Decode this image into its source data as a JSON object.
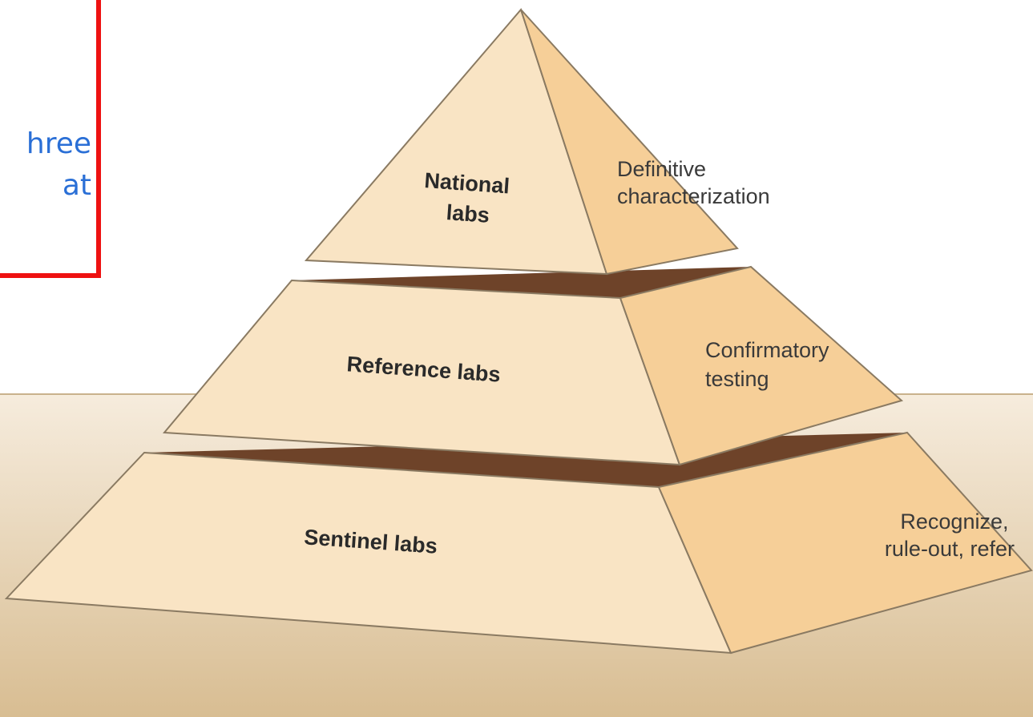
{
  "tiers": [
    {
      "name": "National labs",
      "name_lines": [
        "National",
        "labs"
      ],
      "role_lines": [
        "Definitive",
        "characterization"
      ]
    },
    {
      "name": "Reference labs",
      "name_lines": [
        "Reference labs"
      ],
      "role_lines": [
        "Confirmatory",
        "testing"
      ]
    },
    {
      "name": "Sentinel labs",
      "name_lines": [
        "Sentinel labs"
      ],
      "role_lines": [
        "Recognize,",
        "rule-out, refer"
      ]
    }
  ],
  "note": {
    "lines": [
      "hree",
      "at"
    ]
  },
  "colors": {
    "front_face": "#f9e4c4",
    "side_face": "#f6cf98",
    "gap": "#6e4329",
    "ground_top": "#f6ecdd",
    "ground_bottom": "#d8bd92",
    "outline": "#8a7a62",
    "note_border": "#ee1111",
    "note_text": "#2a6fd6"
  }
}
